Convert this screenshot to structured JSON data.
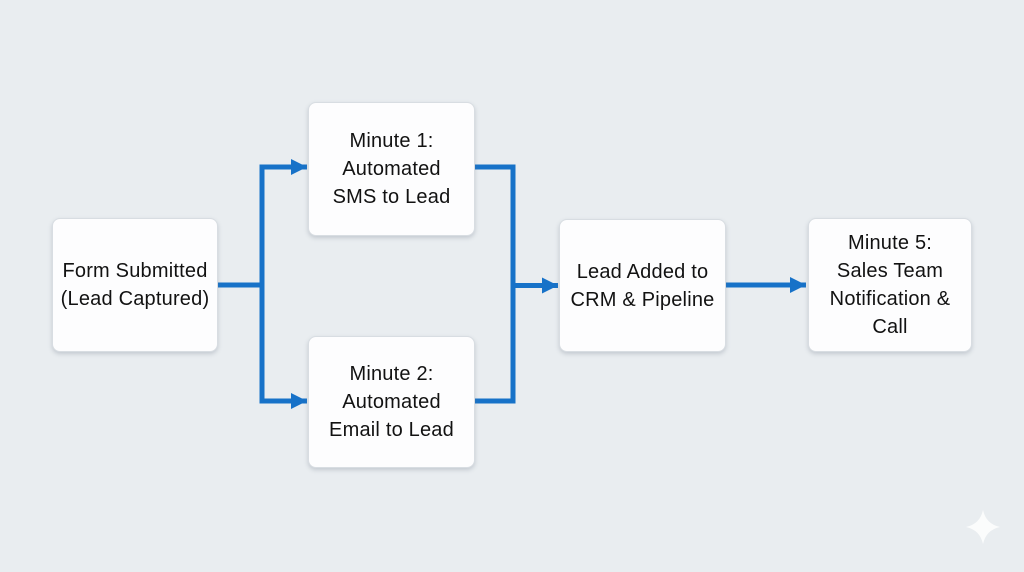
{
  "canvas": {
    "background_color": "#e9edf0",
    "accent_blue": "#1772c8",
    "node_background": "#fdfdfe",
    "node_border": "#d8dde2",
    "text_color": "#121212"
  },
  "nodes": [
    {
      "id": "form-submitted",
      "label": "Form Submitted\n(Lead Captured)"
    },
    {
      "id": "minute-1-sms",
      "label": "Minute 1:\nAutomated\nSMS to Lead"
    },
    {
      "id": "minute-2-email",
      "label": "Minute 2:\nAutomated\nEmail to Lead"
    },
    {
      "id": "lead-added-crm",
      "label": "Lead Added to\nCRM & Pipeline"
    },
    {
      "id": "minute-5-sales",
      "label": "Minute 5:\nSales Team\nNotification &\nCall"
    }
  ],
  "watermark": {
    "icon": "sparkle-icon"
  }
}
